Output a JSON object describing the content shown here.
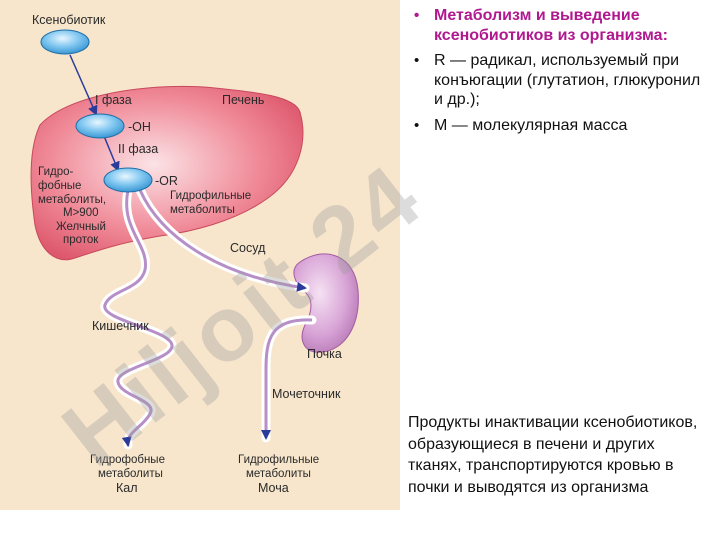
{
  "diagram": {
    "labels": {
      "xenobiotic": "Ксенобиотик",
      "phase1": "I фаза",
      "liver": "Печень",
      "oh": "-OH",
      "phase2": "II фаза",
      "or": "-OR",
      "hydrophobic_line1": "Гидро-",
      "hydrophobic_line2": "фобные",
      "hydrophobic_line3": "метаболиты,",
      "hydrophobic_line4": "М>900",
      "bile_line1": "Желчный",
      "bile_line2": "проток",
      "hydrophilic_line1": "Гидрофильные",
      "hydrophilic_line2": "метаболиты",
      "vessel": "Сосуд",
      "intestine": "Кишечник",
      "kidney": "Почка",
      "ureter": "Мочеточник",
      "out_feces_line1": "Гидрофобные",
      "out_feces_line2": "метаболиты",
      "feces": "Кал",
      "out_urine_line1": "Гидрофильные",
      "out_urine_line2": "метаболиты",
      "urine": "Моча"
    }
  },
  "bullets": {
    "title": "Метаболизм и выведение ксенобиотиков из организма:",
    "items": [
      "R — радикал, используемый при конъюгации (глутатион, глюкуронил и др.);",
      "M — молекулярная масса"
    ]
  },
  "summary": "Продукты инактивации ксенобиотиков, образующиеся в печени и других тканях, транспортируются кровью в почки и выводятся из организма",
  "watermark": "Hiljoit 24",
  "colors": {
    "background": "#f7e6cc",
    "liver": "#e55a6e",
    "kidney": "#c98ac8",
    "arrow": "#2b3b9a",
    "title": "#b0188f"
  }
}
